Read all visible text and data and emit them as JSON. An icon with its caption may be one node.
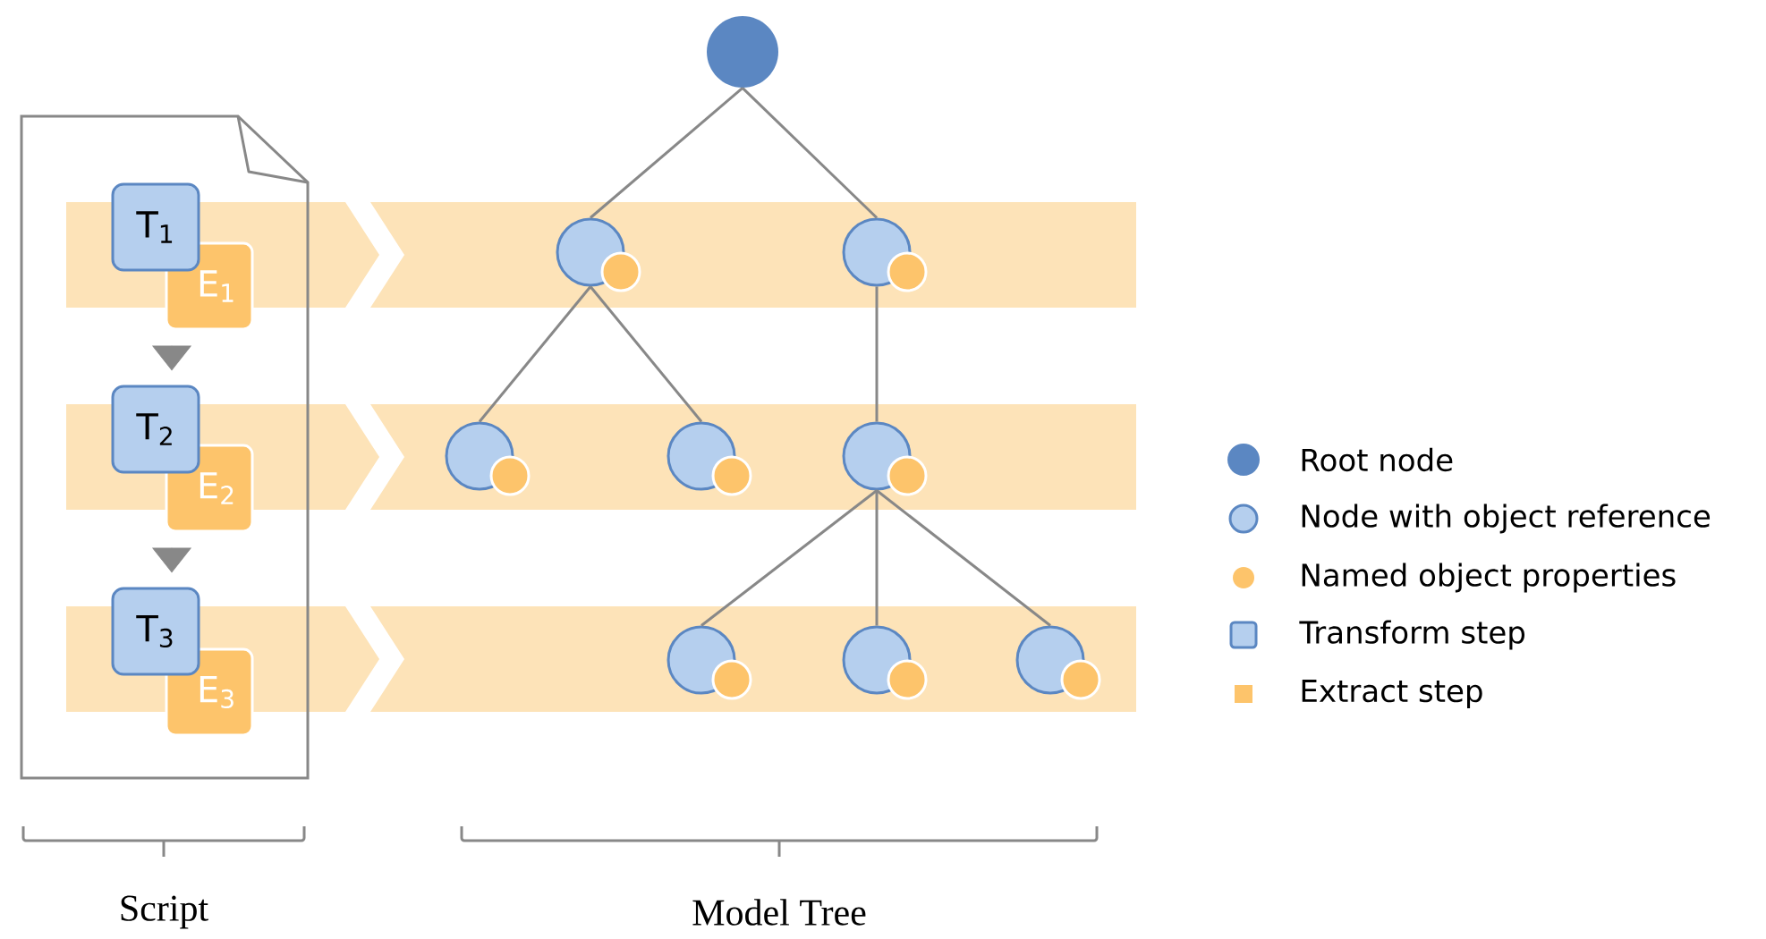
{
  "diagram": {
    "nodes": [
      {
        "text": [],
        "shape": "document"
      },
      {
        "text": [
          "T$_{1}$"
        ],
        "in": 0
      },
      {
        "text": [
          "E$_{1}$"
        ],
        "in": 0
      },
      {
        "text": [
          "T$_{2}$"
        ],
        "in": 0
      },
      {
        "text": [
          "E$_{2}$"
        ],
        "in": 0
      },
      {
        "text": [
          "T$_{3}$"
        ],
        "in": 0
      },
      {
        "text": [
          "E$_{3}$"
        ],
        "in": 0
      },
      {
        "text": [],
        "shape": "circle"
      },
      {
        "text": [],
        "shape": "circle"
      },
      {
        "text": [],
        "shape": "circle"
      },
      {
        "text": [],
        "shape": "circle"
      },
      {
        "text": [],
        "shape": "circle"
      },
      {
        "text": [],
        "shape": "circle"
      },
      {
        "text": [],
        "shape": "circle"
      },
      {
        "text": [],
        "shape": "circle"
      },
      {
        "text": [],
        "shape": "circle"
      }
    ],
    "edges": [
      {
        "from": 2,
        "to": 3,
        "arrow": "to"
      },
      {
        "from": 4,
        "to": 5,
        "arrow": "to"
      },
      {
        "from": 7,
        "to": 8,
        "arrow": "none"
      },
      {
        "from": 7,
        "to": 9,
        "arrow": "none"
      },
      {
        "from": 8,
        "to": 10,
        "arrow": "none"
      },
      {
        "from": 8,
        "to": 11,
        "arrow": "none"
      },
      {
        "from": 9,
        "to": 12,
        "arrow": "none"
      },
      {
        "from": 12,
        "to": 13,
        "arrow": "none"
      },
      {
        "from": 12,
        "to": 14,
        "arrow": "none"
      },
      {
        "from": 12,
        "to": 15,
        "arrow": "none"
      }
    ],
    "labels": [
      "Script",
      "Model Tree"
    ],
    "legend": [
      {
        "text": "Root node",
        "color": "#5b87c2"
      },
      {
        "text": "Node with object reference",
        "color": "#b5cfee"
      },
      {
        "text": "Named object properties",
        "color": "#fdc46b"
      },
      {
        "text": "Transform step",
        "color": "#b5cfee"
      },
      {
        "text": "Extract step",
        "color": "#fdc46b"
      }
    ]
  }
}
